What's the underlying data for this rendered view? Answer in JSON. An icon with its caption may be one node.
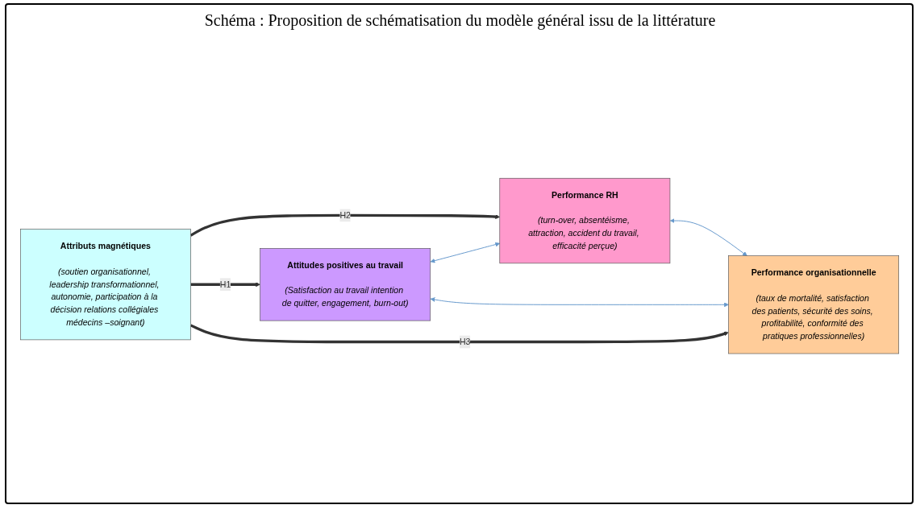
{
  "diagram": {
    "title": "Schéma : Proposition de schématisation du modèle général issu de la littérature",
    "nodes": [
      {
        "text": [
          "Attributs magnétiques",
          "(soutien organisationnel, leadership transformationnel, autonomie, participation à la décision relations collégiales médecins –soignant)"
        ]
      },
      {
        "text": [
          "Attitudes positives au travail",
          "(Satisfaction au travail intention de quitter, engagement, burn-out)"
        ]
      },
      {
        "text": [
          "Performance RH",
          "(turn-over, absentéisme, attraction, accident du travail, efficacité perçue)"
        ]
      },
      {
        "text": [
          "Performance organisationnelle",
          "(taux de mortalité, satisfaction des patients, sécurité des soins, profitabilité, conformité des pratiques professionnelles)"
        ]
      }
    ],
    "edges": [
      {
        "from": 0,
        "to": 2,
        "arrow": "to",
        "label": "H2",
        "style": "thick"
      },
      {
        "from": 0,
        "to": 1,
        "arrow": "to",
        "label": "H1",
        "style": "thick"
      },
      {
        "from": 0,
        "to": 3,
        "arrow": "to",
        "label": "H3",
        "style": "thick"
      },
      {
        "from": 1,
        "to": 2,
        "arrow": "both",
        "color": "#6699cc"
      },
      {
        "from": 1,
        "to": 3,
        "arrow": "both",
        "color": "#6699cc"
      },
      {
        "from": 2,
        "to": 3,
        "arrow": "both",
        "color": "#6699cc"
      }
    ]
  }
}
